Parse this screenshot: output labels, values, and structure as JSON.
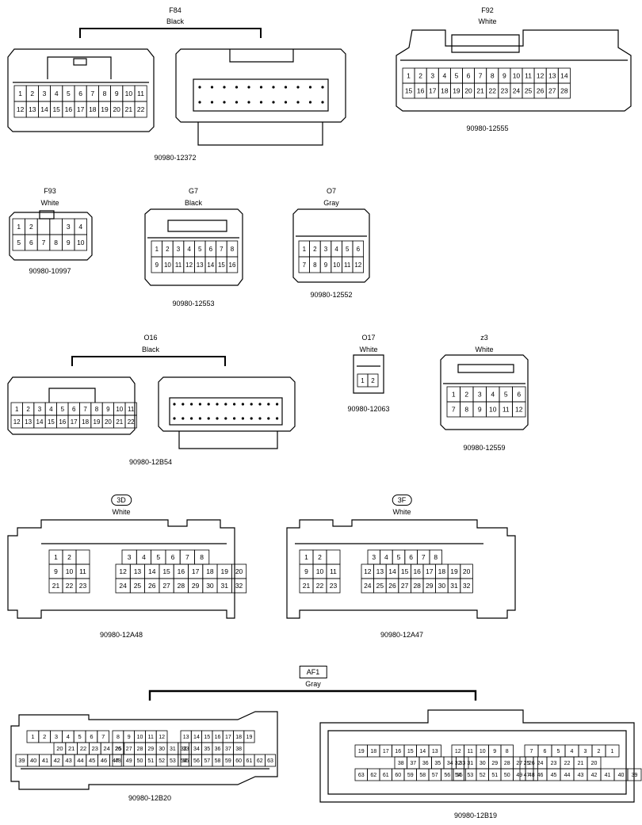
{
  "f84": {
    "name": "F84",
    "color": "Black",
    "part": "90980-12372",
    "left_cells": [
      [
        "1",
        "2",
        "3",
        "4",
        "5",
        "6",
        "7",
        "8",
        "9",
        "10",
        "11"
      ],
      [
        "12",
        "13",
        "14",
        "15",
        "16",
        "17",
        "18",
        "19",
        "20",
        "21",
        "22"
      ]
    ]
  },
  "f92": {
    "name": "F92",
    "color": "White",
    "part": "90980-12555",
    "cells": [
      [
        "1",
        "2",
        "3",
        "4",
        "5",
        "6",
        "7",
        "8",
        "9",
        "10",
        "11",
        "12",
        "13",
        "14"
      ],
      [
        "15",
        "16",
        "17",
        "18",
        "19",
        "20",
        "21",
        "22",
        "23",
        "24",
        "25",
        "26",
        "27",
        "28"
      ]
    ]
  },
  "f93": {
    "name": "F93",
    "color": "White",
    "part": "90980-10997",
    "cells": [
      [
        "1",
        "2",
        "",
        "",
        "3",
        "4"
      ],
      [
        "5",
        "6",
        "7",
        "8",
        "9",
        "10"
      ]
    ]
  },
  "g7": {
    "name": "G7",
    "color": "Black",
    "part": "90980-12553",
    "cells": [
      [
        "1",
        "2",
        "3",
        "4",
        "5",
        "6",
        "7",
        "8"
      ],
      [
        "9",
        "10",
        "11",
        "12",
        "13",
        "14",
        "15",
        "16"
      ]
    ]
  },
  "o7": {
    "name": "O7",
    "color": "Gray",
    "part": "90980-12552",
    "cells": [
      [
        "1",
        "2",
        "3",
        "4",
        "5",
        "6"
      ],
      [
        "7",
        "8",
        "9",
        "10",
        "11",
        "12"
      ]
    ]
  },
  "o16": {
    "name": "O16",
    "color": "Black",
    "part": "90980-12B54",
    "left_cells": [
      [
        "1",
        "2",
        "3",
        "4",
        "5",
        "6",
        "7",
        "8",
        "9",
        "10",
        "11"
      ],
      [
        "12",
        "13",
        "14",
        "15",
        "16",
        "17",
        "18",
        "19",
        "20",
        "21",
        "22"
      ]
    ]
  },
  "o17": {
    "name": "O17",
    "color": "White",
    "part": "90980-12063",
    "cells": [
      [
        "1",
        "2"
      ]
    ]
  },
  "z3": {
    "name": "z3",
    "color": "White",
    "part": "90980-12559",
    "cells": [
      [
        "1",
        "2",
        "3",
        "4",
        "5",
        "6"
      ],
      [
        "7",
        "8",
        "9",
        "10",
        "11",
        "12"
      ]
    ]
  },
  "c3d": {
    "name": "3D",
    "color": "White",
    "part": "90980-12A48",
    "g1": [
      [
        "1",
        "2",
        ""
      ],
      [
        "9",
        "10",
        "11"
      ],
      [
        "21",
        "22",
        "23"
      ]
    ],
    "g2": [
      [
        "3",
        "4",
        "5",
        "6",
        "7",
        "8"
      ],
      [
        "12",
        "13",
        "14",
        "15",
        "16",
        "17",
        "18",
        "19",
        "20"
      ],
      [
        "24",
        "25",
        "26",
        "27",
        "28",
        "29",
        "30",
        "31",
        "32"
      ]
    ]
  },
  "c3f": {
    "name": "3F",
    "color": "White",
    "part": "90980-12A47",
    "g1": [
      [
        "1",
        "2",
        ""
      ],
      [
        "9",
        "10",
        "11"
      ],
      [
        "21",
        "22",
        "23"
      ]
    ],
    "g2": [
      [
        "3",
        "4",
        "5",
        "6",
        "7",
        "8"
      ],
      [
        "12",
        "13",
        "14",
        "15",
        "16",
        "17",
        "18",
        "19",
        "20"
      ],
      [
        "24",
        "25",
        "26",
        "27",
        "28",
        "29",
        "30",
        "31",
        "32"
      ]
    ]
  },
  "af1": {
    "name": "AF1",
    "color": "Gray",
    "part_left": "90980-12B20",
    "part_right": "90980-12B19",
    "left_g1": [
      [
        "1",
        "2",
        "3",
        "4",
        "5",
        "6",
        "7"
      ],
      [
        "20",
        "21",
        "22",
        "23",
        "24",
        "25"
      ],
      [
        "39",
        "40",
        "41",
        "42",
        "43",
        "44",
        "45",
        "46",
        "47"
      ]
    ],
    "left_g2": [
      [
        "8",
        "9",
        "10",
        "11",
        "12"
      ],
      [
        "26",
        "27",
        "28",
        "29",
        "30",
        "31",
        "32"
      ],
      [
        "48",
        "49",
        "50",
        "51",
        "52",
        "53",
        "54"
      ]
    ],
    "left_g3": [
      [
        "13",
        "14",
        "15",
        "16",
        "17",
        "18",
        "19"
      ],
      [
        "33",
        "34",
        "35",
        "36",
        "37",
        "38"
      ],
      [
        "55",
        "56",
        "57",
        "58",
        "59",
        "60",
        "61",
        "62",
        "63"
      ]
    ],
    "right_g1": [
      [
        "19",
        "18",
        "17",
        "16",
        "15",
        "14",
        "13"
      ],
      [
        "38",
        "37",
        "36",
        "35",
        "34",
        "33"
      ],
      [
        "63",
        "62",
        "61",
        "60",
        "59",
        "58",
        "57",
        "56",
        "55"
      ]
    ],
    "right_g2": [
      [
        "12",
        "11",
        "10",
        "9",
        "8"
      ],
      [
        "32",
        "31",
        "30",
        "29",
        "28",
        "27",
        "26"
      ],
      [
        "54",
        "53",
        "52",
        "51",
        "50",
        "49",
        "48"
      ]
    ],
    "right_g3": [
      [
        "7",
        "6",
        "5",
        "4",
        "3",
        "2",
        "1"
      ],
      [
        "25",
        "24",
        "23",
        "22",
        "21",
        "20"
      ],
      [
        "47",
        "46",
        "45",
        "44",
        "43",
        "42",
        "41",
        "40",
        "39"
      ]
    ]
  }
}
